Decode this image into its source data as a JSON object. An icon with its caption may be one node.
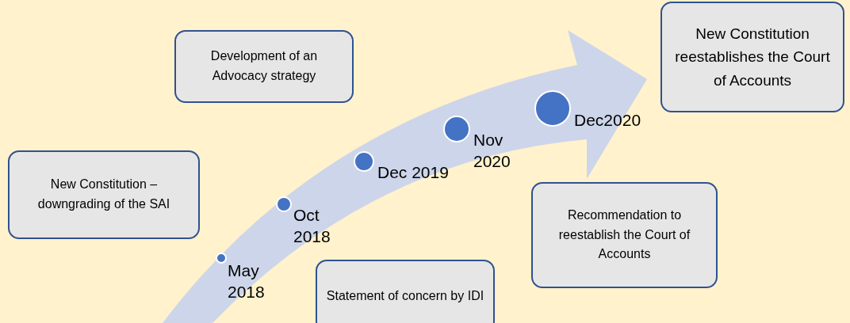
{
  "diagram": {
    "nodes": [
      {
        "text": [
          "Development of an Advocacy strategy"
        ]
      },
      {
        "text": [
          "New Constitution reestablishes the Court of Accounts"
        ]
      },
      {
        "text": [
          "New Constitution – downgrading of the SAI"
        ]
      },
      {
        "text": [
          "Recommendation to reestablish the Court of Accounts"
        ]
      },
      {
        "text": [
          "Statement of concern by IDI"
        ]
      },
      {
        "text": [],
        "shape": "circle",
        "beside": [
          "May 2018"
        ]
      },
      {
        "text": [],
        "shape": "circle",
        "beside": [
          "Oct 2018"
        ]
      },
      {
        "text": [],
        "shape": "circle",
        "beside": [
          "Dec 2019"
        ]
      },
      {
        "text": [],
        "shape": "circle",
        "beside": [
          "Nov 2020"
        ]
      },
      {
        "text": [],
        "shape": "circle",
        "beside": [
          "Dec2020"
        ]
      }
    ],
    "edges": []
  }
}
